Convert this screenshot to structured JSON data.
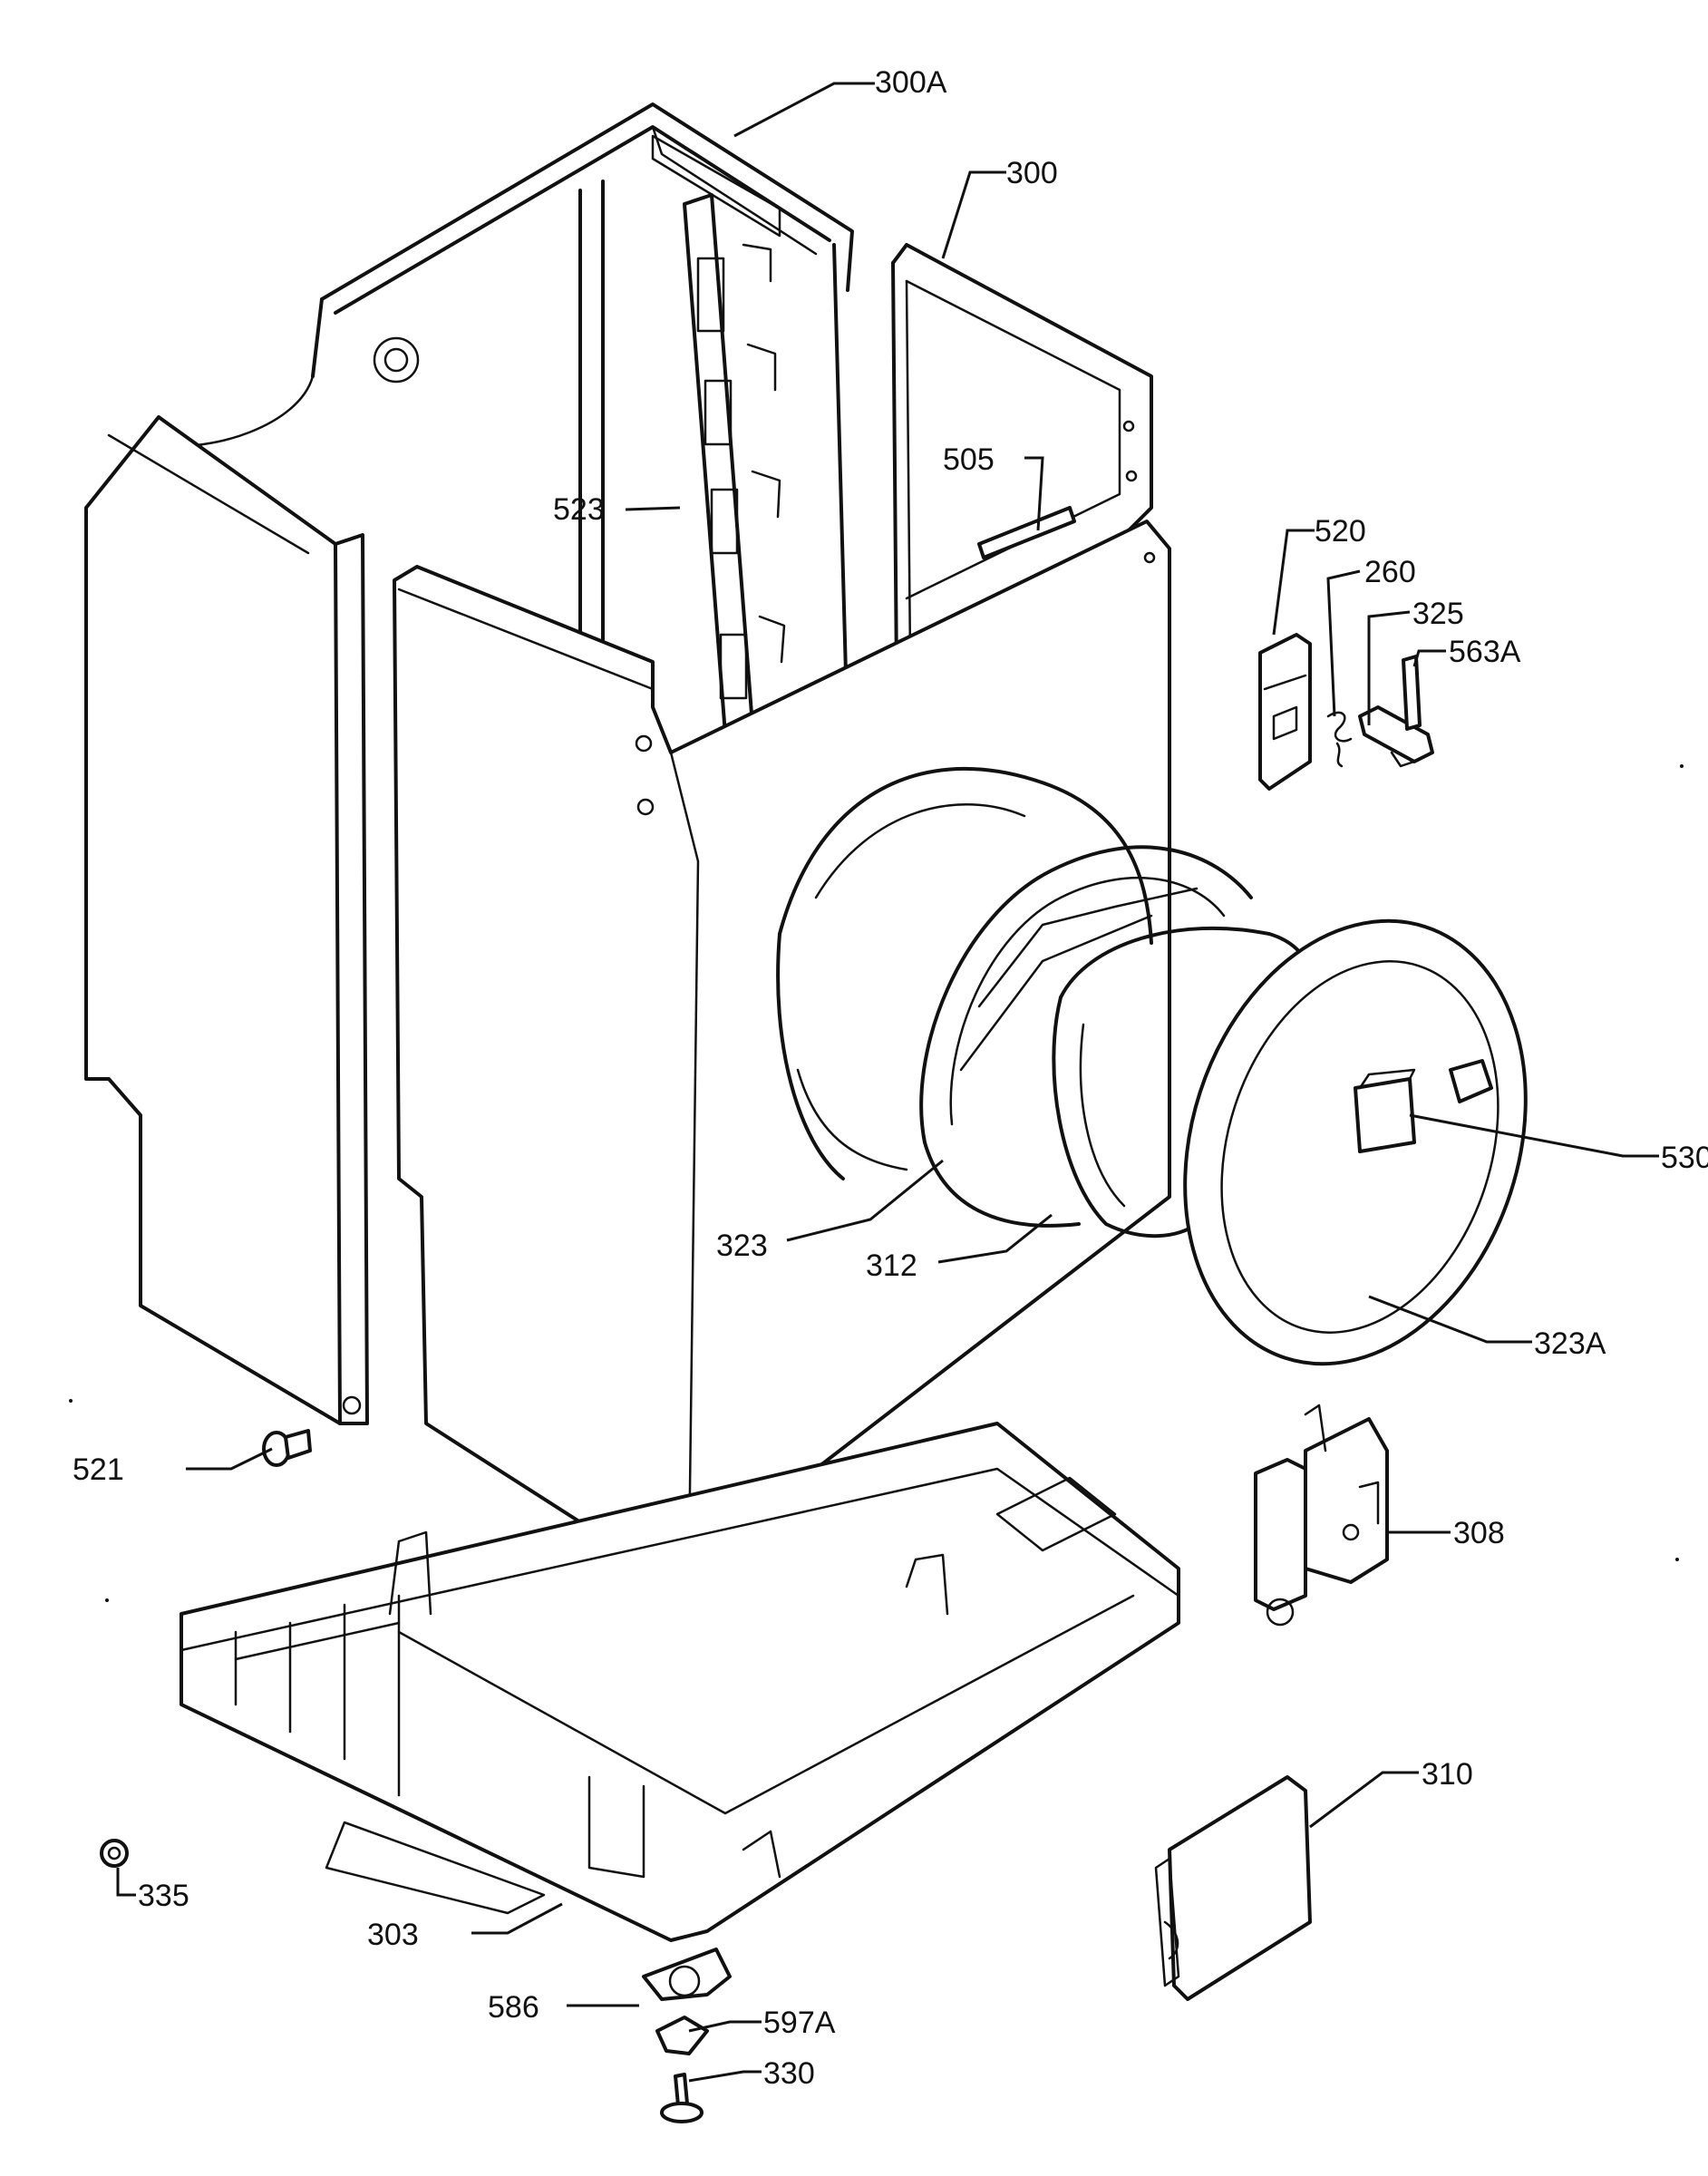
{
  "callouts": [
    {
      "id": "c300A",
      "text": "300A"
    },
    {
      "id": "c300",
      "text": "300"
    },
    {
      "id": "c505",
      "text": "505"
    },
    {
      "id": "c523",
      "text": "523"
    },
    {
      "id": "c520",
      "text": "520"
    },
    {
      "id": "c260",
      "text": "260"
    },
    {
      "id": "c325",
      "text": "325"
    },
    {
      "id": "c563A",
      "text": "563A"
    },
    {
      "id": "c530",
      "text": "530"
    },
    {
      "id": "c323",
      "text": "323"
    },
    {
      "id": "c312",
      "text": "312"
    },
    {
      "id": "c323A",
      "text": "323A"
    },
    {
      "id": "c521",
      "text": "521"
    },
    {
      "id": "c308",
      "text": "308"
    },
    {
      "id": "c310",
      "text": "310"
    },
    {
      "id": "c335",
      "text": "335"
    },
    {
      "id": "c303",
      "text": "303"
    },
    {
      "id": "c586",
      "text": "586"
    },
    {
      "id": "c597A",
      "text": "597A"
    },
    {
      "id": "c330",
      "text": "330"
    }
  ]
}
